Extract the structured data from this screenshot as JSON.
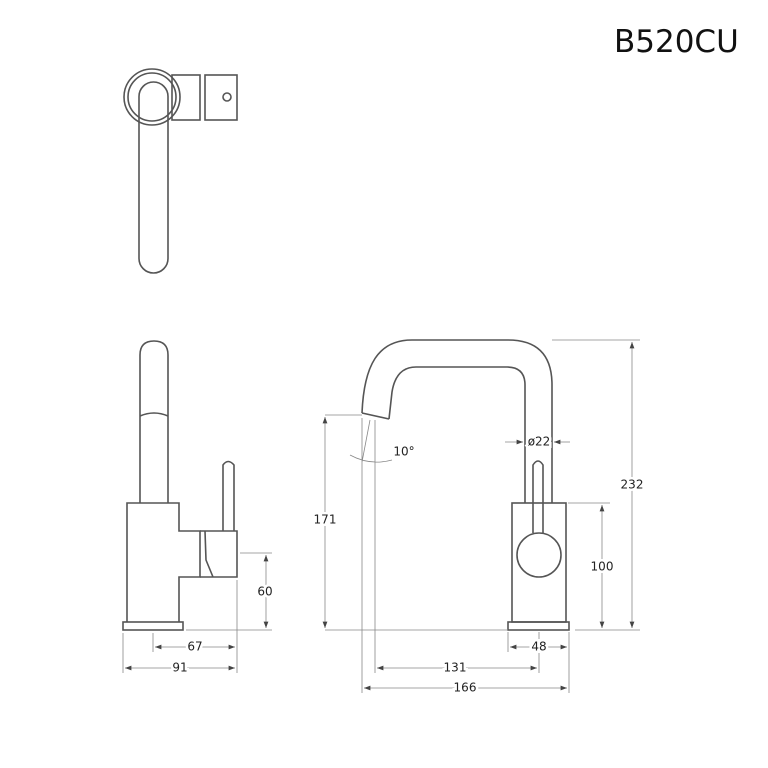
{
  "title": "B520CU",
  "dimensions": {
    "side_height_60": "60",
    "side_width_67": "67",
    "side_width_91": "91",
    "front_height_171": "171",
    "front_height_232": "232",
    "front_height_100": "100",
    "spout_diameter": "ø22",
    "spout_angle": "10°",
    "base_width_48": "48",
    "reach_131": "131",
    "total_width_166": "166"
  }
}
